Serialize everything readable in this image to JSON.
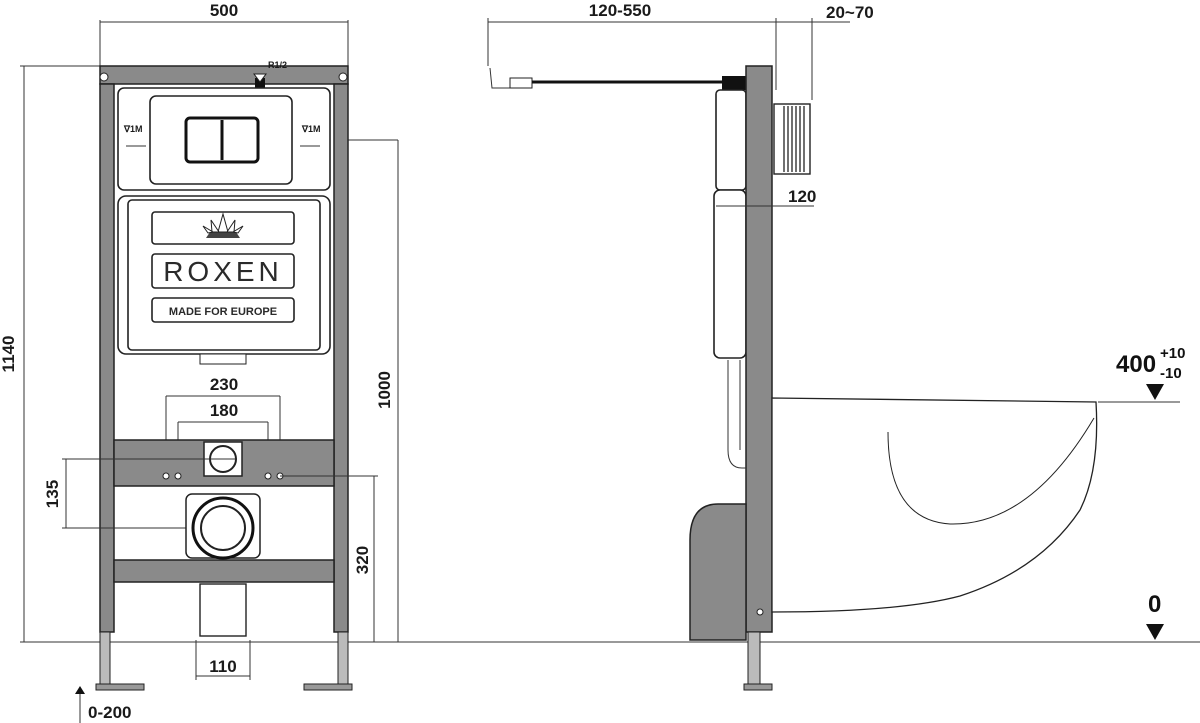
{
  "front_view": {
    "width_dim": "500",
    "height_dim": "1140",
    "flush_height_dim": "1000",
    "pipe_spacing_outer": "230",
    "pipe_spacing_inner": "180",
    "inlet_height_dim": "135",
    "outlet_height_dim": "320",
    "drain_width_dim": "110",
    "leg_adjust_dim": "0-200",
    "water_inlet_label": "R1/2",
    "level_mark_left": "∇1M",
    "level_mark_right": "∇1M"
  },
  "brand_panel": {
    "brand_name": "ROXEN",
    "tagline": "MADE FOR EUROPE",
    "logo_icon": "lotus-crown-icon"
  },
  "side_view": {
    "actuator_range_dim": "120-550",
    "wall_depth_dim": "20~70",
    "frame_depth_dim": "120",
    "bowl_height_dim": "400",
    "bowl_height_tol_plus": "+10",
    "bowl_height_tol_minus": "-10",
    "floor_level": "0"
  },
  "colors": {
    "frame_gray": "#8a8a8a",
    "line_dark": "#222222",
    "background": "#ffffff"
  }
}
